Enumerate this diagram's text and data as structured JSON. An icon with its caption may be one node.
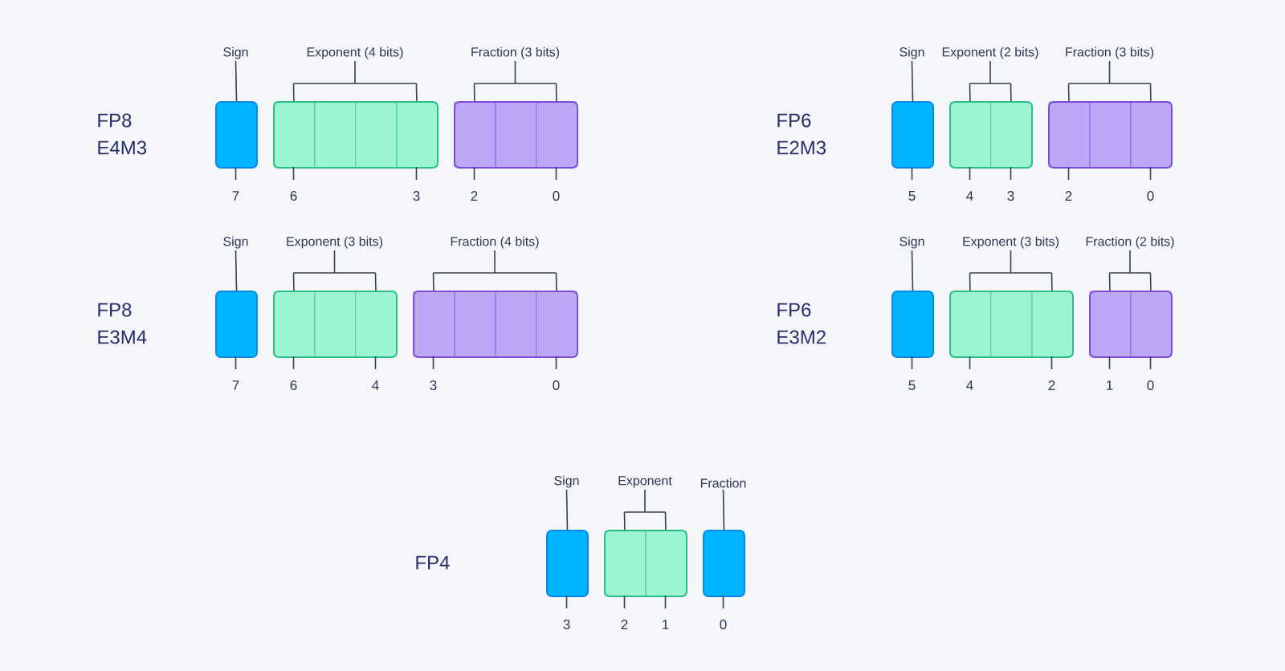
{
  "diagram": {
    "nodes": [
      {
        "text": [
          "Sign"
        ]
      },
      {
        "text": [],
        "shape": "box",
        "beside": [
          "7"
        ]
      },
      {
        "text": [
          "Exponent (4 bits)"
        ]
      },
      {
        "text": [],
        "shape": "box"
      },
      {
        "text": [],
        "shape": "box",
        "in": 3,
        "beside": [
          "6"
        ]
      },
      {
        "text": [],
        "shape": "box",
        "in": 3
      },
      {
        "text": [],
        "shape": "box",
        "in": 3
      },
      {
        "text": [],
        "shape": "box",
        "in": 3,
        "beside": [
          "3"
        ]
      },
      {
        "text": [
          "Fraction (3 bits)"
        ]
      },
      {
        "text": [],
        "shape": "box"
      },
      {
        "text": [],
        "shape": "box",
        "in": 9,
        "beside": [
          "2"
        ]
      },
      {
        "text": [],
        "shape": "box",
        "in": 9
      },
      {
        "text": [],
        "shape": "box",
        "in": 9,
        "beside": [
          "0"
        ]
      },
      {
        "text": [
          "Sign"
        ]
      },
      {
        "text": [],
        "shape": "box",
        "beside": [
          "5"
        ]
      },
      {
        "text": [
          "Exponent (2 bits)"
        ]
      },
      {
        "text": [],
        "shape": "box"
      },
      {
        "text": [],
        "shape": "box",
        "in": 16,
        "beside": [
          "4"
        ]
      },
      {
        "text": [],
        "shape": "box",
        "in": 16,
        "beside": [
          "3"
        ]
      },
      {
        "text": [
          "Fraction (3 bits)"
        ]
      },
      {
        "text": [],
        "shape": "box"
      },
      {
        "text": [],
        "shape": "box",
        "in": 20,
        "beside": [
          "2"
        ]
      },
      {
        "text": [],
        "shape": "box",
        "in": 20
      },
      {
        "text": [],
        "shape": "box",
        "in": 20,
        "beside": [
          "0"
        ]
      },
      {
        "text": [
          "Sign"
        ]
      },
      {
        "text": [],
        "shape": "box",
        "beside": [
          "7"
        ]
      },
      {
        "text": [
          "Exponent (3 bits)"
        ]
      },
      {
        "text": [],
        "shape": "box"
      },
      {
        "text": [],
        "shape": "box",
        "in": 27,
        "beside": [
          "6"
        ]
      },
      {
        "text": [],
        "shape": "box",
        "in": 27
      },
      {
        "text": [],
        "shape": "box",
        "in": 27,
        "beside": [
          "4"
        ]
      },
      {
        "text": [
          "Fraction (4 bits)"
        ]
      },
      {
        "text": [],
        "shape": "box"
      },
      {
        "text": [],
        "shape": "box",
        "in": 32,
        "beside": [
          "3"
        ]
      },
      {
        "text": [],
        "shape": "box",
        "in": 32
      },
      {
        "text": [],
        "shape": "box",
        "in": 32
      },
      {
        "text": [],
        "shape": "box",
        "in": 32,
        "beside": [
          "0"
        ]
      },
      {
        "text": [
          "Sign"
        ]
      },
      {
        "text": [],
        "shape": "box",
        "beside": [
          "5"
        ]
      },
      {
        "text": [
          "Exponent (3 bits)"
        ]
      },
      {
        "text": [],
        "shape": "box"
      },
      {
        "text": [],
        "shape": "box",
        "in": 40,
        "beside": [
          "4"
        ]
      },
      {
        "text": [],
        "shape": "box",
        "in": 40
      },
      {
        "text": [],
        "shape": "box",
        "in": 40,
        "beside": [
          "2"
        ]
      },
      {
        "text": [
          "Fraction (2 bits)"
        ]
      },
      {
        "text": [],
        "shape": "box"
      },
      {
        "text": [],
        "shape": "box",
        "in": 45,
        "beside": [
          "1"
        ]
      },
      {
        "text": [],
        "shape": "box",
        "in": 45,
        "beside": [
          "0"
        ]
      },
      {
        "text": [
          "Sign"
        ]
      },
      {
        "text": [],
        "shape": "box",
        "beside": [
          "3"
        ]
      },
      {
        "text": [
          "Exponent"
        ]
      },
      {
        "text": [],
        "shape": "box"
      },
      {
        "text": [],
        "shape": "box",
        "in": 51,
        "beside": [
          "2"
        ]
      },
      {
        "text": [],
        "shape": "box",
        "in": 51,
        "beside": [
          "1"
        ]
      },
      {
        "text": [
          "Fraction"
        ]
      },
      {
        "text": [],
        "shape": "box",
        "beside": [
          "0"
        ]
      }
    ],
    "edges": [
      {
        "from": 0,
        "to": 1,
        "arrow": "none"
      },
      {
        "from": 2,
        "to": 4,
        "arrow": "none"
      },
      {
        "from": 2,
        "to": 7,
        "arrow": "none"
      },
      {
        "from": 8,
        "to": 10,
        "arrow": "none"
      },
      {
        "from": 8,
        "to": 12,
        "arrow": "none"
      },
      {
        "from": 13,
        "to": 14,
        "arrow": "none"
      },
      {
        "from": 15,
        "to": 17,
        "arrow": "none"
      },
      {
        "from": 15,
        "to": 18,
        "arrow": "none"
      },
      {
        "from": 19,
        "to": 21,
        "arrow": "none"
      },
      {
        "from": 19,
        "to": 23,
        "arrow": "none"
      },
      {
        "from": 24,
        "to": 25,
        "arrow": "none"
      },
      {
        "from": 26,
        "to": 28,
        "arrow": "none"
      },
      {
        "from": 26,
        "to": 30,
        "arrow": "none"
      },
      {
        "from": 31,
        "to": 33,
        "arrow": "none"
      },
      {
        "from": 31,
        "to": 36,
        "arrow": "none"
      },
      {
        "from": 37,
        "to": 38,
        "arrow": "none"
      },
      {
        "from": 39,
        "to": 41,
        "arrow": "none"
      },
      {
        "from": 39,
        "to": 43,
        "arrow": "none"
      },
      {
        "from": 44,
        "to": 46,
        "arrow": "none"
      },
      {
        "from": 44,
        "to": 47,
        "arrow": "none"
      },
      {
        "from": 48,
        "to": 49,
        "arrow": "none"
      },
      {
        "from": 50,
        "to": 52,
        "arrow": "none"
      },
      {
        "from": 50,
        "to": 53,
        "arrow": "none"
      },
      {
        "from": 54,
        "to": 55,
        "arrow": "none"
      }
    ],
    "labels": [
      "FP8 E4M3",
      "FP6 E2M3",
      "FP8 E3M4",
      "FP6 E3M2",
      "FP4"
    ]
  }
}
